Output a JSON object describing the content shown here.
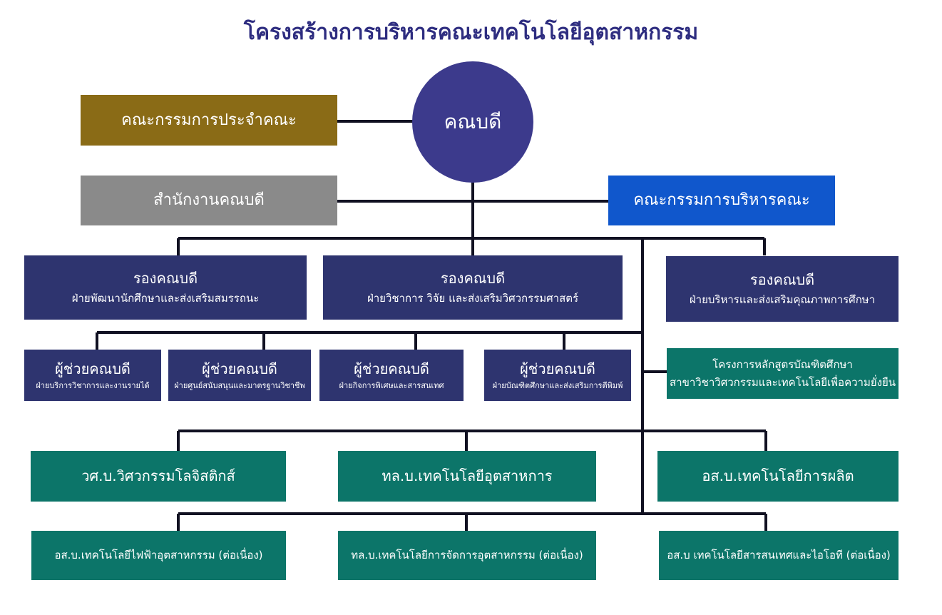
{
  "title": "โครงสร้างการบริหารคณะเทคโนโลยีอุตสาหกรรม",
  "colors": {
    "title": "#2e2d80",
    "dean_circle": "#3c3a8c",
    "navy_box": "#2e346f",
    "teal_box": "#0c7569",
    "gold_box": "#8a6b16",
    "grey_box": "#8a8a8a",
    "blue_box": "#1057cc",
    "connector": "#111122"
  },
  "dean": "คณบดี",
  "faculty_committee": "คณะกรรมการประจำคณะ",
  "dean_office": "สำนักงานคณบดี",
  "executive_committee": "คณะกรรมการบริหารคณะ",
  "vice_deans": [
    {
      "title": "รองคณบดี",
      "division": "ฝ่ายพัฒนานักศึกษาและส่งเสริมสมรรถนะ"
    },
    {
      "title": "รองคณบดี",
      "division": "ฝ่ายวิชาการ วิจัย และส่งเสริมวิศวกรรมศาสตร์"
    },
    {
      "title": "รองคณบดี",
      "division": "ฝ่ายบริหารและส่งเสริมคุณภาพการศึกษา"
    }
  ],
  "assistant_deans": [
    {
      "title": "ผู้ช่วยคณบดี",
      "division": "ฝ่ายบริการวิชาการและงานรายได้"
    },
    {
      "title": "ผู้ช่วยคณบดี",
      "division": "ฝ่ายศูนย์สนับสนุนและมาตรฐานวิชาชีพ"
    },
    {
      "title": "ผู้ช่วยคณบดี",
      "division": "ฝ่ายกิจการพิเศษและสารสนเทศ"
    },
    {
      "title": "ผู้ช่วยคณบดี",
      "division": "ฝ่ายบัณฑิตศึกษาและส่งเสริมการตีพิมพ์"
    }
  ],
  "graduate_project": {
    "line1": "โครงการหลักสูตรบัณฑิตศึกษา",
    "line2": "สาขาวิชาวิศวกรรมและเทคโนโลยีเพื่อความยั่งยืน"
  },
  "programs_row1": [
    "วศ.บ.วิศวกรรมโลจิสติกส์",
    "ทล.บ.เทคโนโลยีอุตสาหการ",
    "อส.บ.เทคโนโลยีการผลิต"
  ],
  "programs_row2": [
    "อส.บ.เทคโนโลยีไฟฟ้าอุตสาหกรรม (ต่อเนื่อง)",
    "ทล.บ.เทคโนโลยีการจัดการอุตสาหกรรม (ต่อเนื่อง)",
    "อส.บ เทคโนโลยีสารสนเทศและไอโอที (ต่อเนื่อง)"
  ]
}
